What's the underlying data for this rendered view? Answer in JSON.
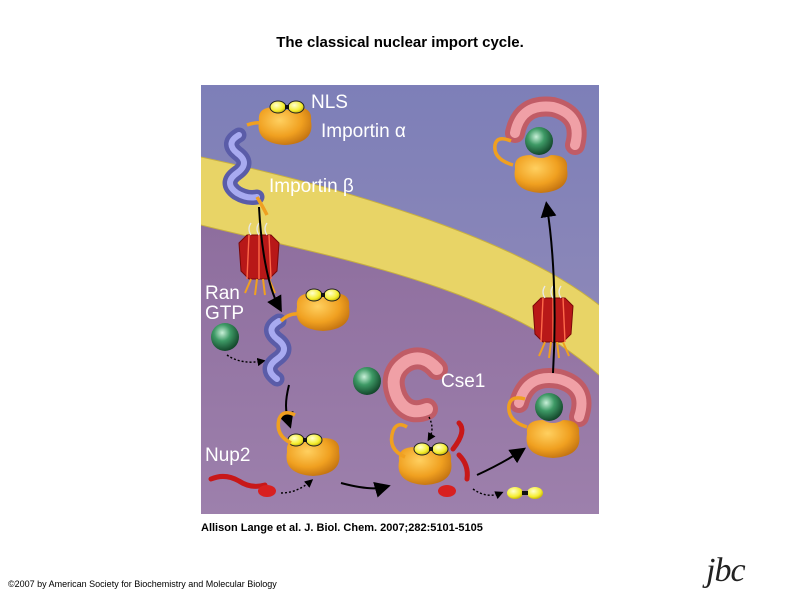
{
  "title": "The classical nuclear import cycle.",
  "figure": {
    "labels": {
      "nls": "NLS",
      "importin_alpha": "Importin α",
      "importin_beta": "Importin β",
      "ran": "Ran",
      "gtp": "GTP",
      "cse1": "Cse1",
      "nup2": "Nup2"
    },
    "colors": {
      "cytoplasm": "#8b86b4",
      "nucleus": "#8a6a98",
      "nuclear_envelope": "#e8d466",
      "importin_alpha": "#f0a020",
      "importin_beta": "#7e80c8",
      "nls": "#f5ee30",
      "ran_gtp": "#2e7a52",
      "cse1": "#e88a90",
      "nup2": "#d82020",
      "nuclear_pore": "#b01818"
    }
  },
  "citation": "Allison Lange et al. J. Biol. Chem. 2007;282:5101-5105",
  "copyright": "©2007 by American Society for Biochemistry and Molecular Biology",
  "journal_logo": "jbc"
}
